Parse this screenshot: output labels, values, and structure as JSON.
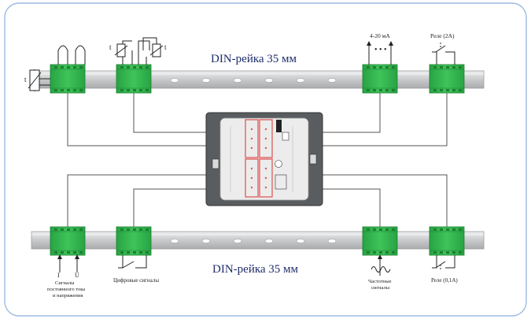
{
  "rail_top_label": "DIN-рейка 35 мм",
  "rail_bottom_label": "DIN-рейка 35 мм",
  "top_labels": {
    "current_output": "4-20 мА",
    "relay_2a": "Реле (2А)",
    "t1": "t",
    "t2": "t",
    "t3": "t"
  },
  "bottom_labels": {
    "dc_signals_line1": "Сигналы",
    "dc_signals_line2": "постоянного тока",
    "dc_signals_line3": "и напряжения",
    "i_symbol": "I",
    "u_symbol": "U",
    "digital_signals": "Цифровые сигналы",
    "freq_line1": "Частотные",
    "freq_line2": "сигналы",
    "relay_01a": "Реле (0,1А)"
  },
  "colors": {
    "border": "#8fb2dd",
    "rail": "#cfd1d3",
    "module": "#2fb24a",
    "module_dark": "#1e8a33",
    "controller": "#575a5d",
    "highlight": "#e05a5a"
  }
}
